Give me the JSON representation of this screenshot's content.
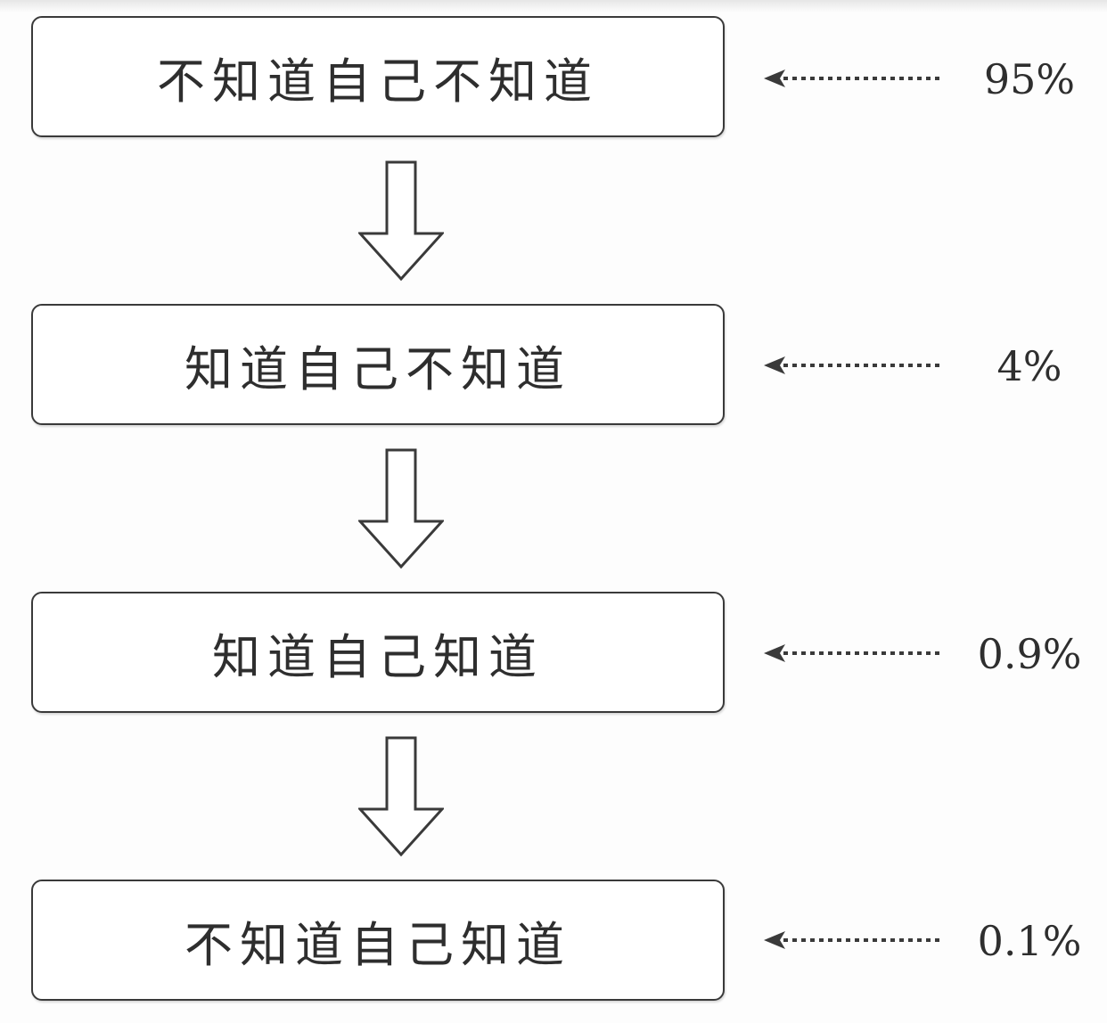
{
  "stages": [
    {
      "label": "不知道自己不知道",
      "percent": "95%"
    },
    {
      "label": "知道自己不知道",
      "percent": "4%"
    },
    {
      "label": "知道自己知道",
      "percent": "0.9%"
    },
    {
      "label": "不知道自己知道",
      "percent": "0.1%"
    }
  ],
  "colors": {
    "line": "#3a3a3a",
    "text": "#2e2e2e",
    "background": "#fdfdfd"
  },
  "icons": {
    "flow": "down-arrow-icon",
    "pointer": "dotted-left-arrow-icon"
  }
}
